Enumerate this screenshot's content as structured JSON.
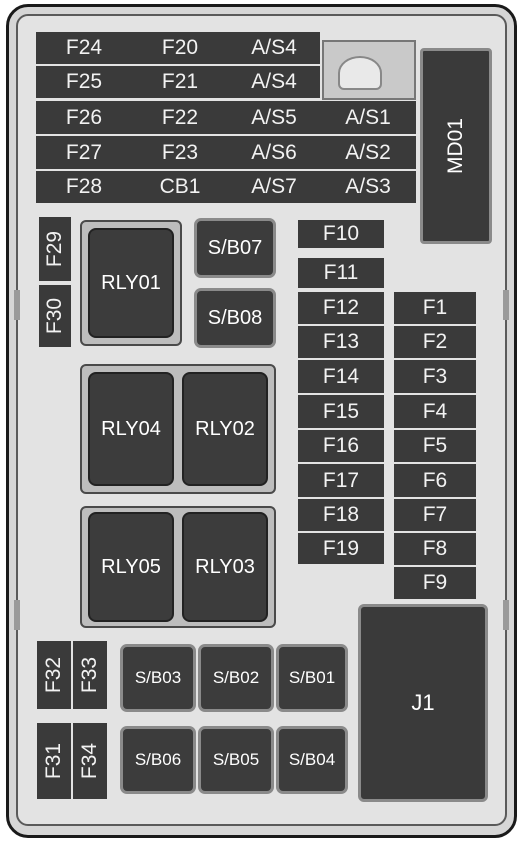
{
  "grid_rows": [
    [
      "F24",
      "F20",
      "A/S4",
      ""
    ],
    [
      "F25",
      "F21",
      "A/S4",
      ""
    ],
    [
      "F26",
      "F22",
      "A/S5",
      "A/S1"
    ],
    [
      "F27",
      "F23",
      "A/S6",
      "A/S2"
    ],
    [
      "F28",
      "CB1",
      "A/S7",
      "A/S3"
    ]
  ],
  "module_md01": "MD01",
  "left_vertical": {
    "f29": "F29",
    "f30": "F30"
  },
  "relays": {
    "rly01": "RLY01",
    "rly02": "RLY02",
    "rly03": "RLY03",
    "rly04": "RLY04",
    "rly05": "RLY05"
  },
  "upper_sb": {
    "sb07": "S/B07",
    "sb08": "S/B08"
  },
  "mid_fuses": [
    "F10",
    "F11",
    "F12",
    "F13",
    "F14",
    "F15",
    "F16",
    "F17",
    "F18",
    "F19"
  ],
  "right_fuses": [
    "F1",
    "F2",
    "F3",
    "F4",
    "F5",
    "F6",
    "F7",
    "F8",
    "F9"
  ],
  "bottom_vertical": {
    "f32": "F32",
    "f33": "F33",
    "f31": "F31",
    "f34": "F34"
  },
  "lower_sb": {
    "sb03": "S/B03",
    "sb02": "S/B02",
    "sb01": "S/B01",
    "sb06": "S/B06",
    "sb05": "S/B05",
    "sb04": "S/B04"
  },
  "connector_j1": "J1"
}
